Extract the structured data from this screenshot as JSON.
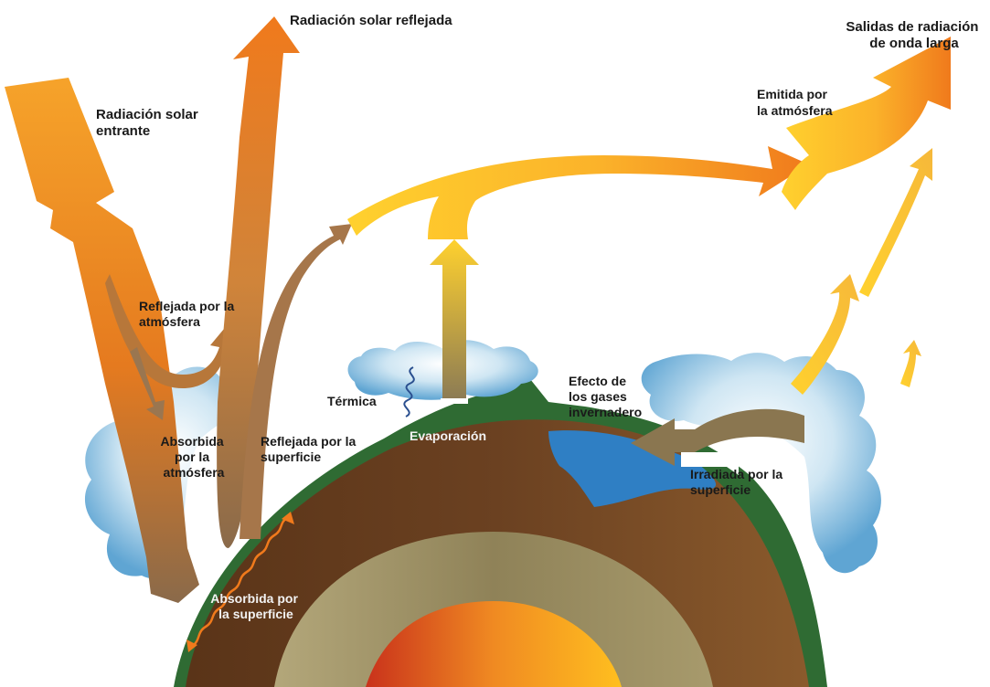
{
  "labels": {
    "incoming_solar": [
      "Radiación solar",
      "entrante"
    ],
    "reflected_solar": "Radiación solar reflejada",
    "outgoing_longwave": [
      "Salidas de radiación",
      "de onda larga"
    ],
    "emitted_atmosphere": [
      "Emitida por",
      "la atmósfera"
    ],
    "reflected_atmosphere": [
      "Reflejada por la",
      "atmósfera"
    ],
    "absorbed_atmosphere": [
      "Absorbida",
      "por la",
      "atmósfera"
    ],
    "reflected_surface": [
      "Reflejada por la",
      "superficie"
    ],
    "thermal": "Térmica",
    "evaporation": "Evaporación",
    "greenhouse": [
      "Efecto de",
      "los gases",
      "invernadero"
    ],
    "radiated_surface": [
      "Irradiada por la",
      "superficie"
    ],
    "absorbed_surface": [
      "Absorbida por",
      "la superficie"
    ]
  },
  "colors": {
    "solar_orange": "#f07a1c",
    "solar_yellow": "#ffc227",
    "earth_brown": "#6a3e20",
    "mantle_tan": "#9c8f64",
    "core_red": "#c9321b",
    "core_yellow": "#ffbf1f",
    "cloud_blue": "#6fb2d8",
    "ocean_blue": "#2f7fc4",
    "land_green": "#2f6b33"
  }
}
